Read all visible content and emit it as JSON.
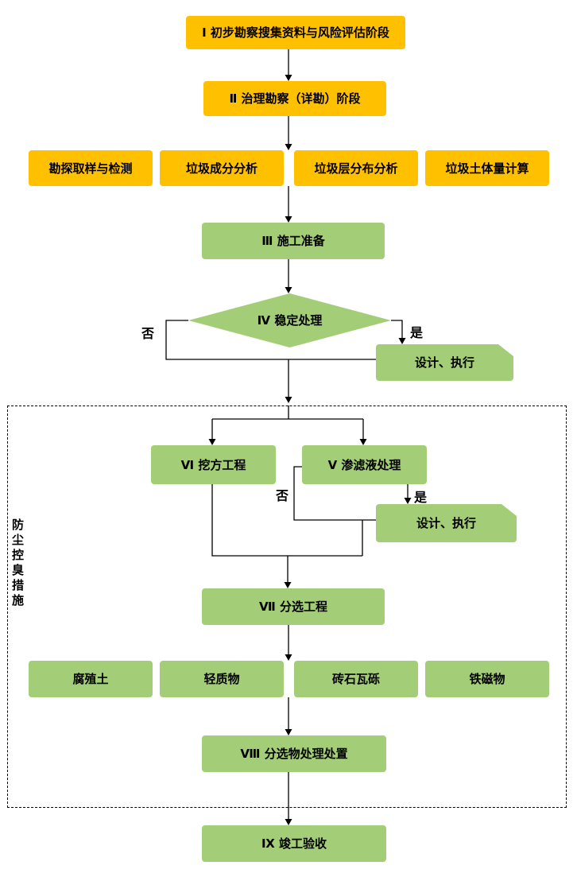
{
  "flowchart": {
    "stages": {
      "stage1": "Ⅰ 初步勘察搜集资料与风险评估阶段",
      "stage2": "Ⅱ 治理勘察（详勘）阶段",
      "stage3": "Ⅲ 施工准备",
      "stage4_decision": "Ⅳ 稳定处理",
      "stage5": "Ⅴ 渗滤液处理",
      "stage6": "Ⅵ 挖方工程",
      "stage7": "Ⅶ 分选工程",
      "stage8": "Ⅷ 分选物处理处置",
      "stage9": "Ⅸ 竣工验收",
      "design_execute": "设计、执行"
    },
    "survey_tasks": [
      "勘探取样与检测",
      "垃圾成分分析",
      "垃圾层分布分析",
      "垃圾土体量计算"
    ],
    "sorting_outputs": [
      "腐殖土",
      "轻质物",
      "砖石瓦砾",
      "铁磁物"
    ],
    "branch_labels": {
      "yes": "是",
      "no": "否"
    },
    "container_label": "防尘控臭措施",
    "colors": {
      "survey_stage_fill": "#FFC000",
      "construction_stage_fill": "#A3CE77",
      "connector": "#000000"
    }
  }
}
